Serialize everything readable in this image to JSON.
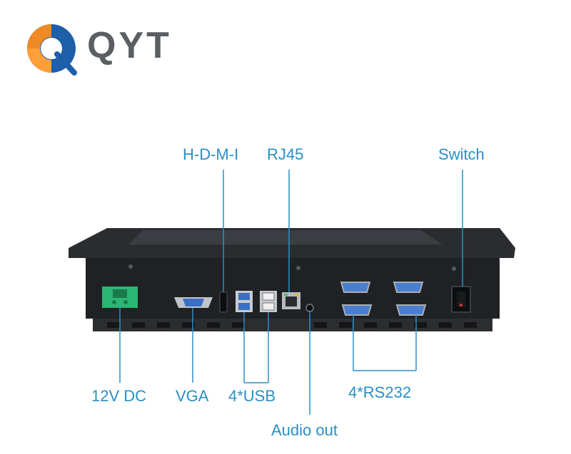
{
  "brand": {
    "logo_text": "QYT",
    "accent": "#2a8fc4",
    "logo_orange": "#f08a24",
    "logo_blue": "#1d5fa8",
    "text_gray": "#5b5e63"
  },
  "labels": {
    "hdmi": "H-D-M-I",
    "rj45": "RJ45",
    "switch": "Switch",
    "dc": "12V DC",
    "vga": "VGA",
    "usb": "4*USB",
    "rs232": "4*RS232",
    "audio": "Audio out"
  },
  "device": {
    "body_color": "#1f2124",
    "terminal_color": "#2bb673",
    "port_blue": "#3b6fc4"
  }
}
